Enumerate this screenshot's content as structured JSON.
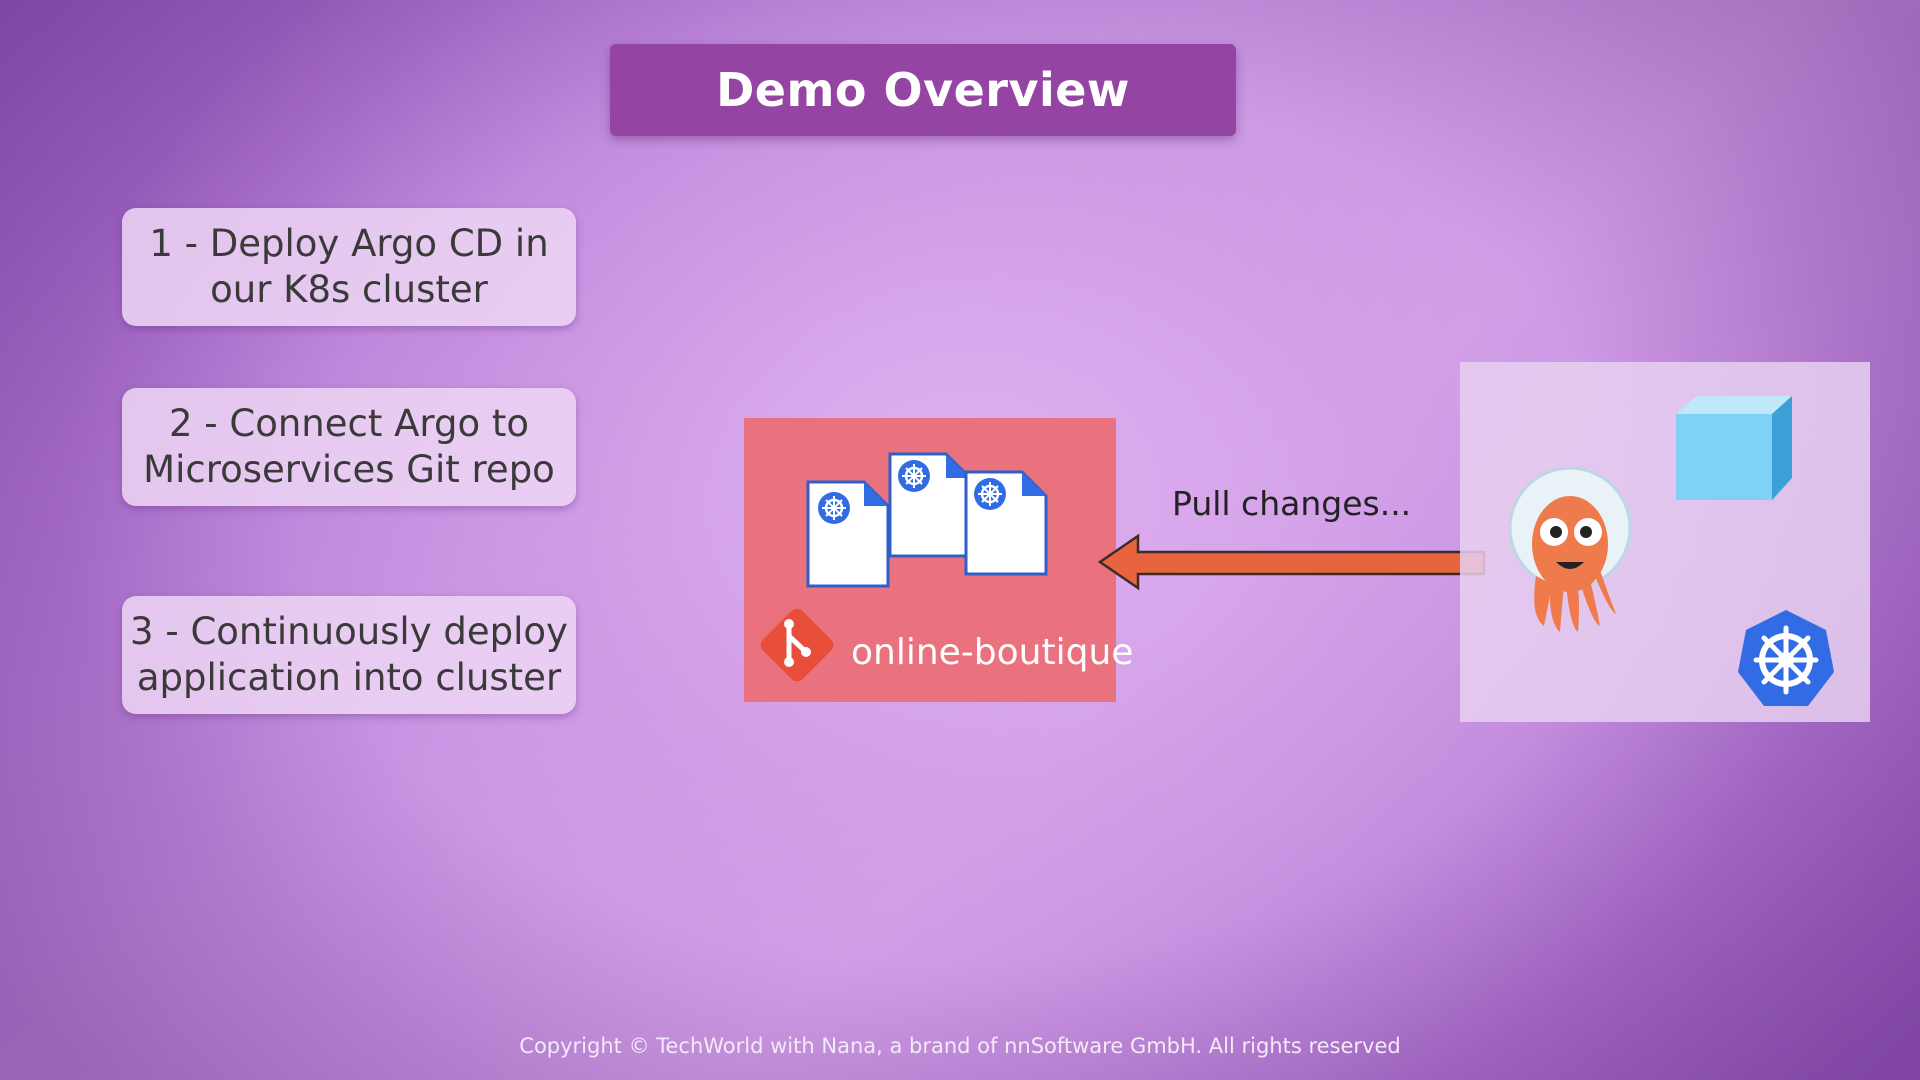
{
  "title": "Demo Overview",
  "steps": [
    {
      "label": "1 - Deploy Argo CD in\nour K8s cluster"
    },
    {
      "label": "2 - Connect Argo to\nMicroservices Git repo"
    },
    {
      "label": "3 - Continuously deploy\napplication into cluster"
    }
  ],
  "repo": {
    "name": "online-boutique",
    "background": "#e9727e"
  },
  "arrow": {
    "label": "Pull changes...",
    "color": "#e8643e"
  },
  "icons": [
    "kubernetes-manifest-icon",
    "git-logo-icon",
    "argo-octopus-icon",
    "cube-icon",
    "kubernetes-helm-icon"
  ],
  "footer": "Copyright © TechWorld with Nana, a brand of nnSoftware GmbH. All rights reserved",
  "colors": {
    "title_bg": "#9444a3",
    "k8s_blue": "#326ce5",
    "git_red": "#e84e3a"
  }
}
